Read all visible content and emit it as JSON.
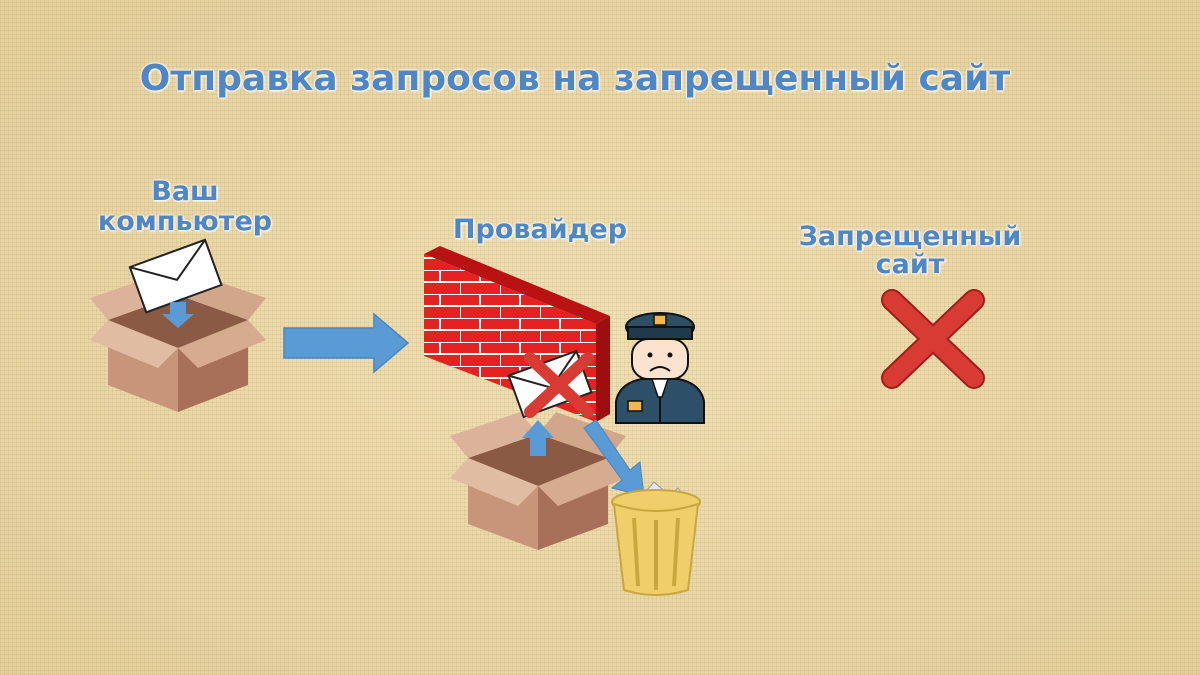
{
  "title": "Отправка запросов на запрещенный сайт",
  "computer": {
    "label_line1": "Ваш",
    "label_line2": "компьютер"
  },
  "provider": {
    "label": "Провайдер"
  },
  "forbidden_site": {
    "label": "Запрещенный сайт"
  },
  "colors": {
    "label_text": "#4f86c6",
    "arrow": "#5b9bd5",
    "brick": "#e02020",
    "box": "#c8957a",
    "bin": "#f0cf6a",
    "cross": "#d83a34"
  },
  "icons": [
    "envelope-icon",
    "box-icon",
    "arrow-right-icon",
    "brick-wall-icon",
    "police-officer-icon",
    "rejected-envelope-icon",
    "trash-bin-icon",
    "forbidden-cross-icon"
  ]
}
